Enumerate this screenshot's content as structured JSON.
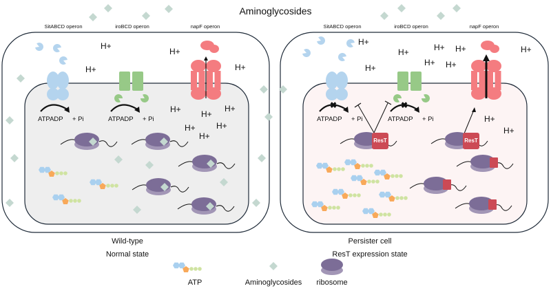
{
  "title": "Aminoglycosides",
  "colors": {
    "aminoglycoside": "#c4d8d0",
    "siderophore": "#b4d4ee",
    "transporter_green": "#97c987",
    "napF_red": "#f47c80",
    "ribosome_top": "#7c6d97",
    "ribosome_bottom": "#a296b6",
    "rest_red": "#cc4a55",
    "atp_hex": "#a9d0ef",
    "atp_pent": "#f8a95a",
    "atp_dot": "#cfe3a1",
    "wt_cytoplasm": "#eeeeee",
    "persister_cytoplasm": "#fdf4f4",
    "outline": "#1e2a38"
  },
  "cells": [
    {
      "id": "wild-type",
      "operon_labels": [
        "SitABCD operon",
        "iroBCD operon",
        "napF operon"
      ],
      "reaction": {
        "left": "ATPADP",
        "right": "+ Pi"
      },
      "proton_label": "H+",
      "caption_line1": "Wild-type",
      "caption_line2": "Normal state",
      "rest_label": ""
    },
    {
      "id": "persister",
      "operon_labels": [
        "SitABCD operon",
        "iroBCD operon",
        "napF operon"
      ],
      "reaction": {
        "left": "ATPADP",
        "right": "+ Pi"
      },
      "proton_label": "H+",
      "caption_line1": "Persister cell",
      "caption_line2": "ResT expression state",
      "rest_label": "ResT"
    }
  ],
  "legend": {
    "atp": "ATP",
    "aminoglycosides": "Aminoglycosides",
    "ribosome": "ribosome"
  }
}
